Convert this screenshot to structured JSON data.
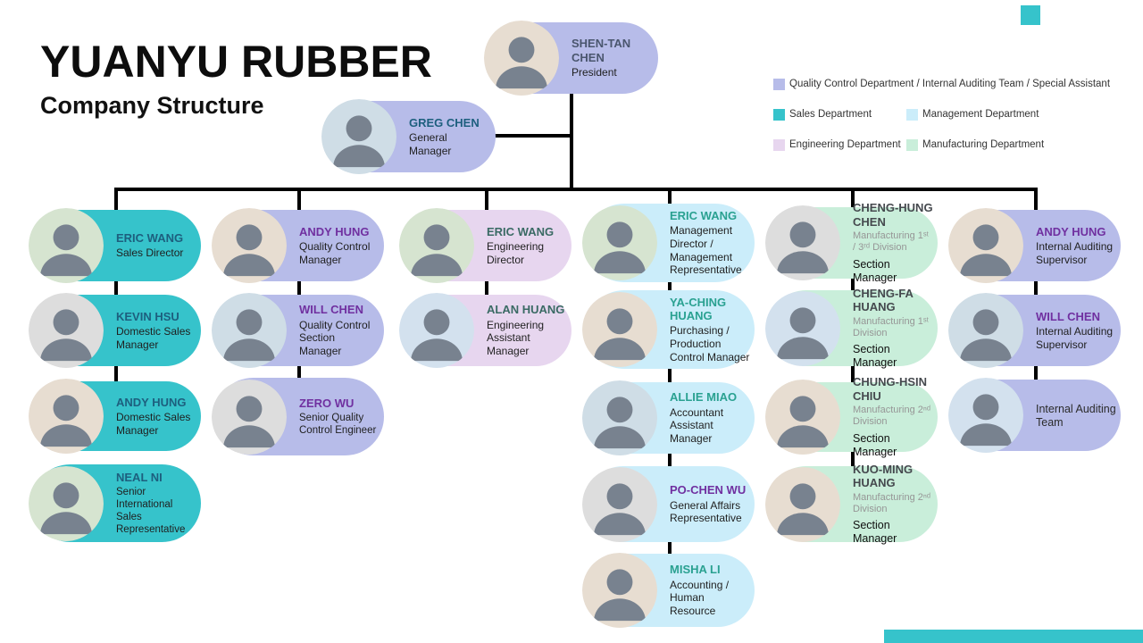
{
  "title": {
    "main": "YUANYU RUBBER",
    "subtitle": "Company Structure"
  },
  "legend": [
    {
      "label": "Quality Control Department / Internal Auditing Team / Special Assistant",
      "color": "#b7bce9"
    },
    {
      "label": "Sales Department",
      "color": "#36c3cb"
    },
    {
      "label": "Management Department",
      "color": "#cbedfa"
    },
    {
      "label": "Engineering Department",
      "color": "#e7d6ef"
    },
    {
      "label": "Manufacturing Department",
      "color": "#c9eeda"
    }
  ],
  "theme": {
    "accent_teal": "#36c3cb",
    "connector_color": "#000000"
  },
  "executives": {
    "president": {
      "name": "SHEN-TAN CHEN",
      "title": "President"
    },
    "general_manager": {
      "name": "GREG CHEN",
      "title": "General Manager"
    }
  },
  "columns": [
    {
      "department": "Sales Department",
      "cards": [
        {
          "name": "ERIC WANG",
          "title": "Sales Director"
        },
        {
          "name": "KEVIN HSU",
          "title": "Domestic Sales Manager"
        },
        {
          "name": "ANDY HUNG",
          "title": "Domestic Sales Manager"
        },
        {
          "name": "NEAL NI",
          "title": "Senior International Sales Representative"
        }
      ]
    },
    {
      "department": "Quality Control Department",
      "cards": [
        {
          "name": "ANDY HUNG",
          "title": "Quality Control Manager"
        },
        {
          "name": "WILL CHEN",
          "title": "Quality Control Section Manager"
        },
        {
          "name": "ZERO WU",
          "title": "Senior Quality Control Engineer"
        }
      ]
    },
    {
      "department": "Engineering Department",
      "cards": [
        {
          "name": "ERIC WANG",
          "title": "Engineering Director"
        },
        {
          "name": "ALAN HUANG",
          "title": "Engineering Assistant Manager"
        }
      ]
    },
    {
      "department": "Management Department",
      "cards": [
        {
          "name": "ERIC WANG",
          "title": "Management Director / Management Representative"
        },
        {
          "name": "YA-CHING HUANG",
          "title": "Purchasing / Production Control Manager"
        },
        {
          "name": "ALLIE MIAO",
          "title": "Accountant Assistant Manager"
        },
        {
          "name": "PO-CHEN WU",
          "title": "General Affairs Representative"
        },
        {
          "name": "MISHA LI",
          "title": "Accounting / Human Resource"
        }
      ]
    },
    {
      "department": "Manufacturing Department",
      "cards": [
        {
          "name": "CHENG-HUNG CHEN",
          "title": "Manufacturing 1ˢᵗ / 3ʳᵈ Division",
          "role": "Section Manager"
        },
        {
          "name": "CHENG-FA HUANG",
          "title": "Manufacturing 1ˢᵗ Division",
          "role": "Section Manager"
        },
        {
          "name": "CHUNG-HSIN CHIU",
          "title": "Manufacturing 2ⁿᵈ Division",
          "role": "Section Manager"
        },
        {
          "name": "KUO-MING HUANG",
          "title": "Manufacturing 2ⁿᵈ Division",
          "role": "Section Manager"
        }
      ]
    },
    {
      "department": "Internal Auditing Team",
      "cards": [
        {
          "name": "ANDY HUNG",
          "title": "Internal Auditing Supervisor"
        },
        {
          "name": "WILL CHEN",
          "title": "Internal Auditing Supervisor"
        },
        {
          "name": "",
          "title": "Internal Auditing Team"
        }
      ]
    }
  ]
}
